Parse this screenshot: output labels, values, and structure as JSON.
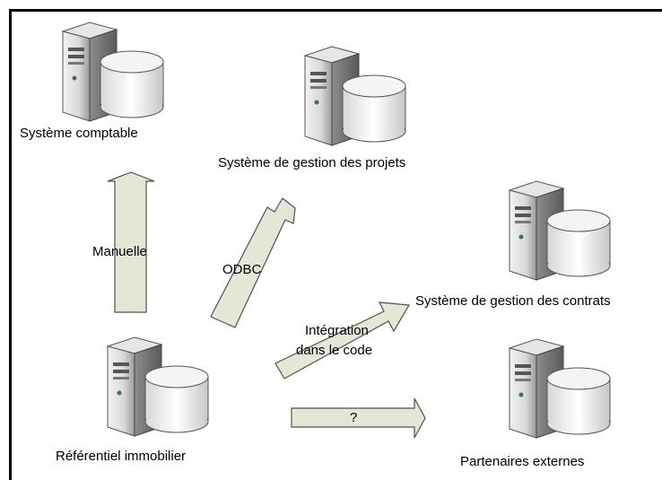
{
  "nodes": {
    "systeme_comptable": {
      "label": "Système comptable",
      "icon": "server-database-icon"
    },
    "gestion_projets": {
      "label": "Système de gestion des projets",
      "icon": "server-database-icon"
    },
    "gestion_contrats": {
      "label": "Système de gestion des contrats",
      "icon": "server-database-icon"
    },
    "partenaires": {
      "label": "Partenaires externes",
      "icon": "server-database-icon"
    },
    "referentiel": {
      "label": "Référentiel immobilier",
      "icon": "server-database-icon"
    }
  },
  "arrows": {
    "manuelle": {
      "label": "Manuelle"
    },
    "odbc": {
      "label": "ODBC"
    },
    "integration": {
      "label_line1": "Intégration",
      "label_line2": "dans le code"
    },
    "unknown": {
      "label": "?"
    }
  },
  "colors": {
    "arrow_fill": "#E3E8D6",
    "arrow_stroke": "#4F4F4F",
    "frame": "#000000"
  }
}
